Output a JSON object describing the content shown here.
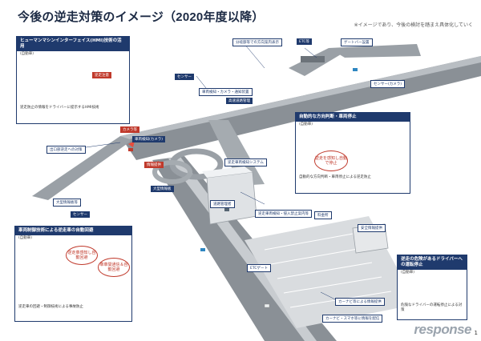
{
  "header": {
    "title": "今後の逆走対策のイメージ（2020年度以降）",
    "note": "※イメージであり、今後の検討を踏まえ具体化していく"
  },
  "callouts": {
    "top_left": {
      "head": "ヒューマンマシンインターフェイス(HMI)技術の活用",
      "sub": "(自動車)",
      "body": "逆走防止の情報をドライバーに提示するHMI技術",
      "warn": "逆走注意"
    },
    "mid_right": {
      "head": "自動的な方向判断・車両停止",
      "sub": "(自動車)",
      "body": "自動的な方向判断・車両停止による逆走防止",
      "oval": "逆走を感知し自動で停止"
    },
    "bottom_left": {
      "head": "車両制御技術による逆走車の自動回避",
      "sub": "(自動車)",
      "body": "逆走車の回避・制御技術による事故防止",
      "oval1": "逆走車感知し自動回避",
      "oval2": "車車間通信＆自動回避"
    },
    "bottom_right": {
      "head": "逆走の危険があるドライバーへの運転停止",
      "sub": "(自動車)",
      "body": "危険なドライバーの運転停止による対策"
    }
  },
  "labels": {
    "l1": "分岐部等での方向案内表示",
    "l2": "ETC等",
    "l3": "ゲートバー設置",
    "l4": "センサー",
    "l5": "センサー(カメラ)",
    "l6": "車両検知・カメラ・通知装置",
    "l7": "高速道路管理",
    "l8": "車両検知(カメラ)",
    "l9": "カメラ等",
    "l10": "逆走車両検知システム",
    "l11": "出口部逆走への対策",
    "l12": "大型情報板等",
    "l13": "センサー",
    "l14": "大型情報板",
    "l15": "情報提供",
    "l16": "道路管理者",
    "l17": "逆走車両検知・侵入禁止案内等",
    "l18": "料金所",
    "l19": "安全情報提供",
    "l20": "ETCゲート",
    "l21": "カーナビ等による情報提供",
    "l22": "カーナビ・スマホ等に情報を配信"
  },
  "logo": "response",
  "page_number": "1"
}
